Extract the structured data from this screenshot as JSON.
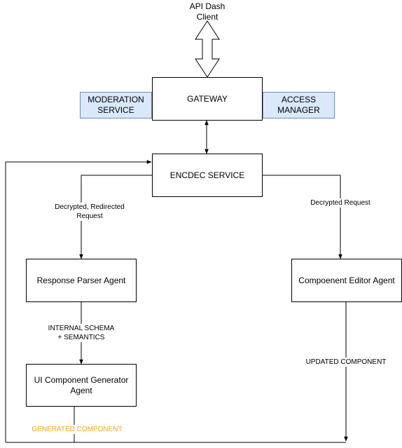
{
  "nodes": {
    "client": "API Dash\nClient",
    "gateway": "GATEWAY",
    "moderation": "MODERATION\nSERVICE",
    "access": "ACCESS\nMANAGER",
    "encdec": "ENCDEC SERVICE",
    "parser": "Response Parser Agent",
    "editor": "Compoenent Editor Agent",
    "generator": "UI Component Generator\nAgent"
  },
  "edges": {
    "decrypted_redirected": "Decrypted, Redirected\nRequest",
    "decrypted": "Decrypted Request",
    "internal_schema": "INTERNAL SCHEMA\n+ SEMANTICS",
    "updated_component": "UPDATED COMPONENT",
    "generated_component": "GENERATED COMPONENT"
  },
  "colors": {
    "side_fill": "#dae8fc",
    "side_stroke": "#6c8ebf",
    "generated_label": "#f5a623"
  }
}
